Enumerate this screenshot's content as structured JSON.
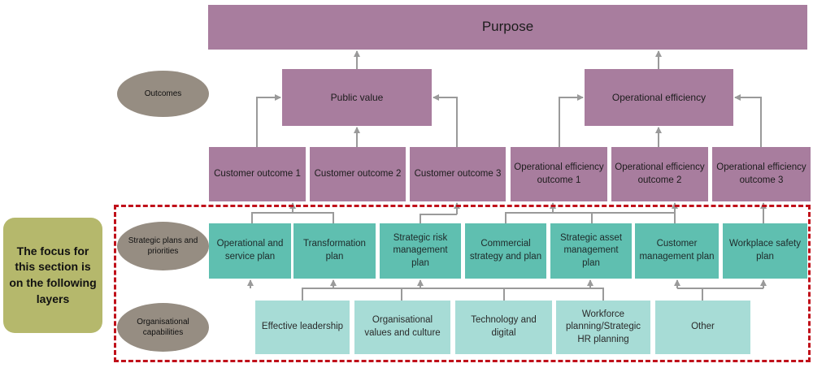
{
  "purpose": "Purpose",
  "layers": {
    "outcomes": "Outcomes",
    "strategic_plans": "Strategic plans and priorities",
    "capabilities": "Organisational capabilities"
  },
  "outcomes": {
    "public_value": "Public value",
    "operational_efficiency": "Operational efficiency"
  },
  "sub_outcomes": [
    "Customer outcome 1",
    "Customer outcome 2",
    "Customer outcome 3",
    "Operational efficiency outcome 1",
    "Operational efficiency outcome 2",
    "Operational efficiency outcome 3"
  ],
  "plans": [
    "Operational and service plan",
    "Transformation plan",
    "Strategic risk management plan",
    "Commercial strategy and plan",
    "Strategic asset management plan",
    "Customer management plan",
    "Workplace safety plan"
  ],
  "capabilities": [
    "Effective leadership",
    "Organisational values and culture",
    "Technology and digital",
    "Workforce planning/Strategic HR planning",
    "Other"
  ],
  "focus_note": "The focus for this section is on the following layers",
  "colors": {
    "purple": "#a87d9e",
    "teal": "#5fbfb0",
    "light_teal": "#a7dcd6",
    "oval": "#968d82",
    "focus": "#b5b86c",
    "dashed_border": "#c0101a",
    "connector": "#9a9a9a"
  }
}
